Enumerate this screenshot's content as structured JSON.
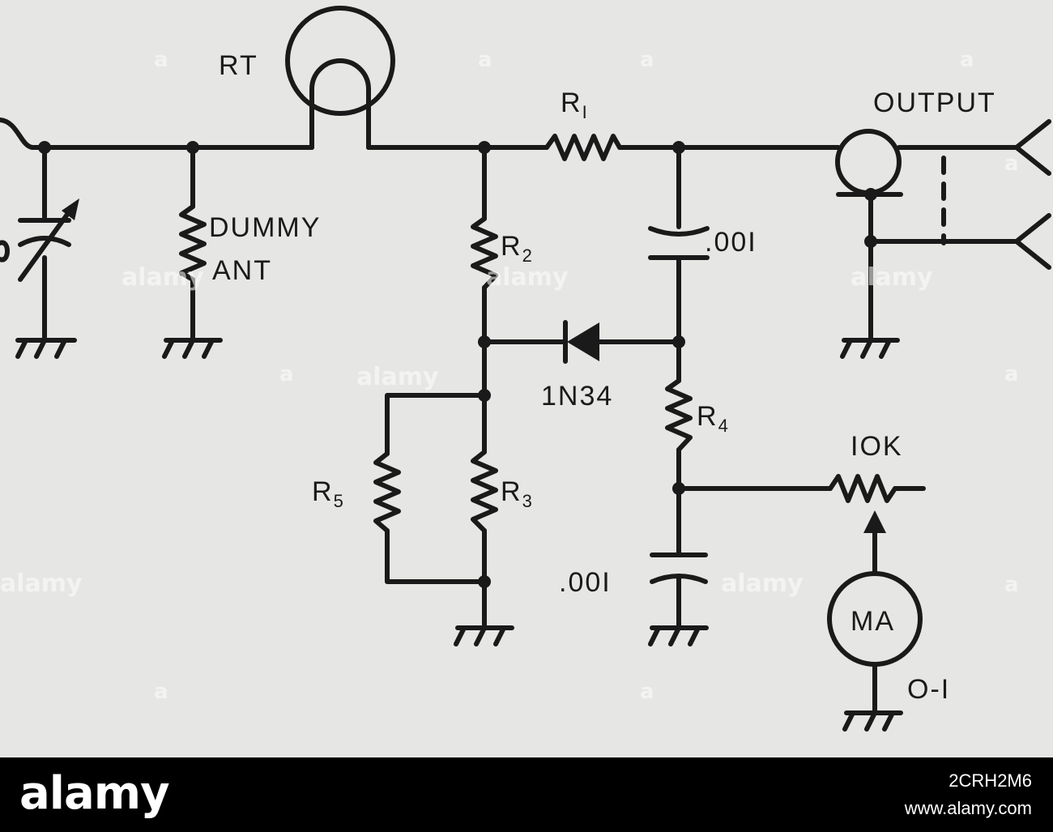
{
  "diagram": {
    "labels": {
      "rt": "RT",
      "r1_letter": "R",
      "r1_sub": "I",
      "output": "OUTPUT",
      "dummy_ant_line1": "DUMMY",
      "dummy_ant_line2": "ANT",
      "r2_letter": "R",
      "r2_sub": "2",
      "cap_top": ".00I",
      "diode": "1N34",
      "r4_letter": "R",
      "r4_sub": "4",
      "pot": "IOK",
      "r5_letter": "R",
      "r5_sub": "5",
      "r3_letter": "R",
      "r3_sub": "3",
      "cap_bottom": ".00I",
      "meter": "MA",
      "meter_range": "O-I"
    }
  },
  "watermark": {
    "word": "alamy",
    "letter": "a"
  },
  "footer": {
    "brand": "alamy",
    "image_id": "2CRH2M6",
    "site": "www.alamy.com"
  }
}
